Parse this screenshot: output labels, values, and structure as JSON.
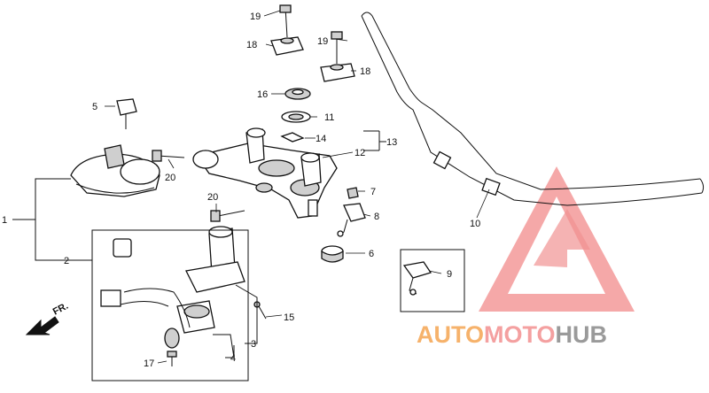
{
  "diagram": {
    "callouts": [
      {
        "id": "1",
        "label": "1"
      },
      {
        "id": "2",
        "label": "2"
      },
      {
        "id": "3",
        "label": "3"
      },
      {
        "id": "4",
        "label": "4"
      },
      {
        "id": "5",
        "label": "5"
      },
      {
        "id": "6",
        "label": "6"
      },
      {
        "id": "7",
        "label": "7"
      },
      {
        "id": "8",
        "label": "8"
      },
      {
        "id": "9",
        "label": "9"
      },
      {
        "id": "10",
        "label": "10"
      },
      {
        "id": "11",
        "label": "11"
      },
      {
        "id": "12",
        "label": "12"
      },
      {
        "id": "13",
        "label": "13"
      },
      {
        "id": "14",
        "label": "14"
      },
      {
        "id": "15",
        "label": "15"
      },
      {
        "id": "16",
        "label": "16"
      },
      {
        "id": "17",
        "label": "17"
      },
      {
        "id": "18a",
        "label": "18"
      },
      {
        "id": "18b",
        "label": "18"
      },
      {
        "id": "19a",
        "label": "19"
      },
      {
        "id": "19b",
        "label": "19"
      },
      {
        "id": "20a",
        "label": "20"
      },
      {
        "id": "20b",
        "label": "20"
      }
    ],
    "front_arrow_label": "FR.",
    "watermark": {
      "word_auto": "AUTO",
      "word_moto": "MOTO",
      "word_hub": "HUB",
      "color_auto": "#f6b26b",
      "color_moto": "#f4a0a0",
      "color_hub": "#9a9a9a",
      "triangle_color": "#f08080"
    }
  }
}
